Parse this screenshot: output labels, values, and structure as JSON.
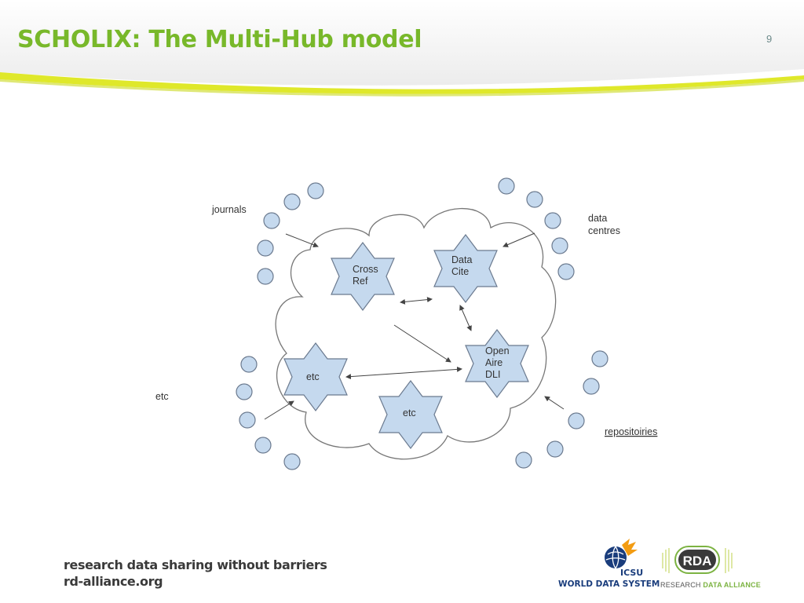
{
  "slide": {
    "title": "SCHOLIX: The Multi-Hub model",
    "page_number": "9"
  },
  "diagram": {
    "label_journals": "journals",
    "label_data_centres_1": "data",
    "label_data_centres_2": "centres",
    "label_etc_outer": "etc",
    "label_repositories": "repositoiries",
    "hub_crossref_1": "Cross",
    "hub_crossref_2": "Ref",
    "hub_datacite_1": "Data",
    "hub_datacite_2": "Cite",
    "hub_openaire_1": "Open",
    "hub_openaire_2": "Aire",
    "hub_openaire_3": "DLI",
    "hub_etc_left": "etc",
    "hub_etc_bottom": "etc",
    "colors": {
      "star_fill": "#c5d9ee",
      "star_stroke": "#6b7a8f",
      "cloud_stroke": "#777777"
    }
  },
  "footer": {
    "tagline": "research data sharing without barriers",
    "url": "rd-alliance.org",
    "icsu_label": "ICSU",
    "wds_label": "WORLD DATA SYSTEM",
    "rda_badge": "RDA",
    "rda_research": "RESEARCH",
    "rda_alliance": "DATA ALLIANCE"
  }
}
